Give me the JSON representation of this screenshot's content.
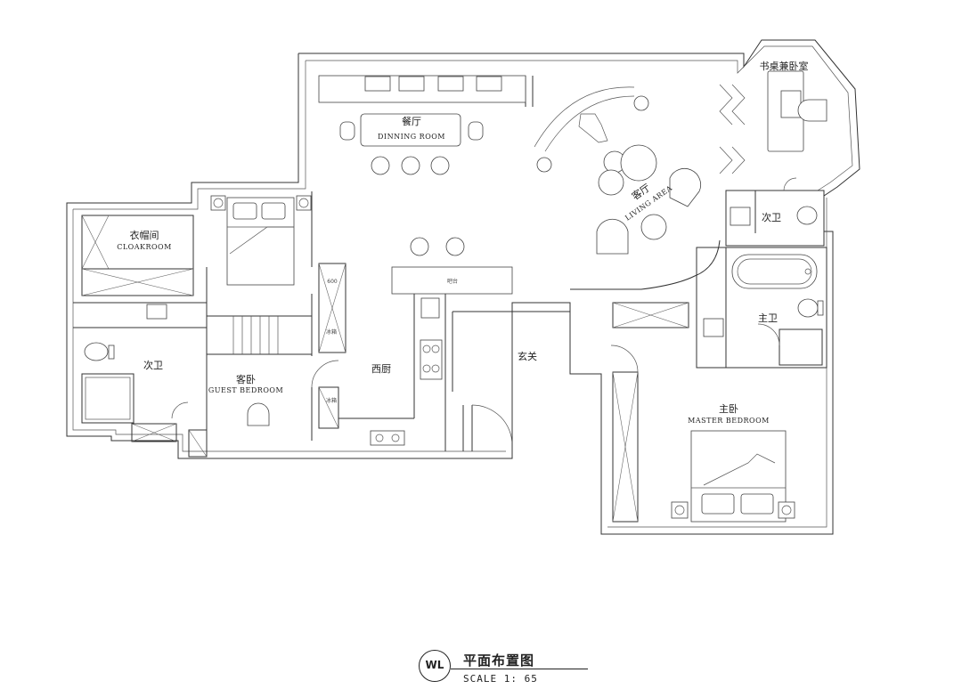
{
  "rooms": {
    "dining": {
      "cn": "餐厅",
      "en": "DINNING ROOM"
    },
    "study": {
      "cn": "书桌兼卧室"
    },
    "living": {
      "cn": "客厅",
      "en": "LIVING AREA"
    },
    "cloak": {
      "cn": "衣帽间",
      "en": "CLOAKROOM"
    },
    "bath_left": {
      "cn": "次卫"
    },
    "guest": {
      "cn": "客卧",
      "en": "GUEST BEDROOM"
    },
    "kitchen": {
      "cn": "西厨"
    },
    "foyer": {
      "cn": "玄关"
    },
    "bath_upper_right": {
      "cn": "次卫"
    },
    "bath_master": {
      "cn": "主卫"
    },
    "master": {
      "cn": "主卧",
      "en": "MASTER BEDROOM"
    }
  },
  "annotations": {
    "bar_counter": "吧台",
    "dim_600": "600",
    "fridge_1": "冰箱",
    "fridge_2": "冰箱"
  },
  "title_block": {
    "tag": "WL",
    "name": "平面布置图",
    "scale": "SCALE  1: 65"
  }
}
